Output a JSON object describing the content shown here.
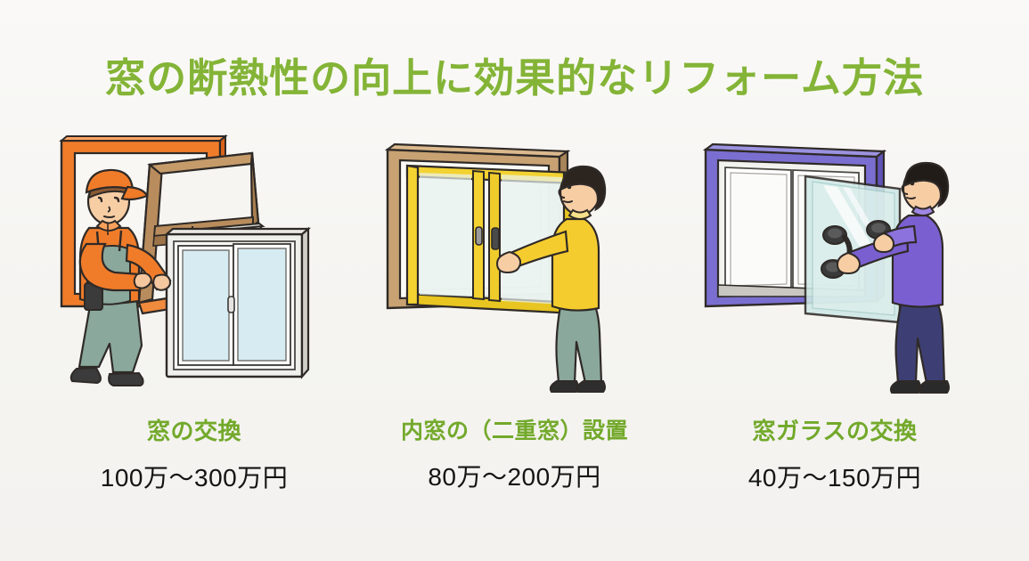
{
  "slide": {
    "background_color": "#f7f6f3",
    "title": "窓の断熱性の向上に効果的なリフォーム方法",
    "title_color": "#84b437",
    "caption_color": "#73a92b",
    "price_color": "#141414"
  },
  "columns": [
    {
      "id": "window-replacement",
      "caption": "窓の交換",
      "price": "100万～300万円",
      "illustration": "worker-replacing-window",
      "colors": {
        "wall_frame": "#f07c2a",
        "old_sash": "#b08a5e",
        "new_window_frame": "#ffffff",
        "glass": "#d9edf2",
        "worker_shirt": "#f07c2a",
        "worker_cap": "#f07c2a",
        "worker_overalls": "#8aa89c",
        "worker_shoes": "#3b3b3b"
      }
    },
    {
      "id": "inner-window",
      "caption": "内窓の（二重窓）設置",
      "price": "80万～200万円",
      "illustration": "person-opening-inner-window",
      "colors": {
        "outer_frame": "#b08a5e",
        "inner_frame": "#f2d02e",
        "glass": "#eef5f3",
        "person_top": "#f5cc2e",
        "person_pants": "#8aa89c",
        "person_hair": "#2c241f",
        "person_shoes": "#2e2e2e"
      }
    },
    {
      "id": "glass-replacement",
      "caption": "窓ガラスの交換",
      "price": "40万～150万円",
      "illustration": "person-installing-glass-pane",
      "colors": {
        "window_frame": "#7a6fd0",
        "glass_pane": "#cfe8e6",
        "suction_cups": "#3a3a3a",
        "person_top": "#7a5fd0",
        "person_pants": "#3d3f74",
        "person_hair": "#221c18",
        "person_shoes": "#2a2a2a"
      }
    }
  ]
}
